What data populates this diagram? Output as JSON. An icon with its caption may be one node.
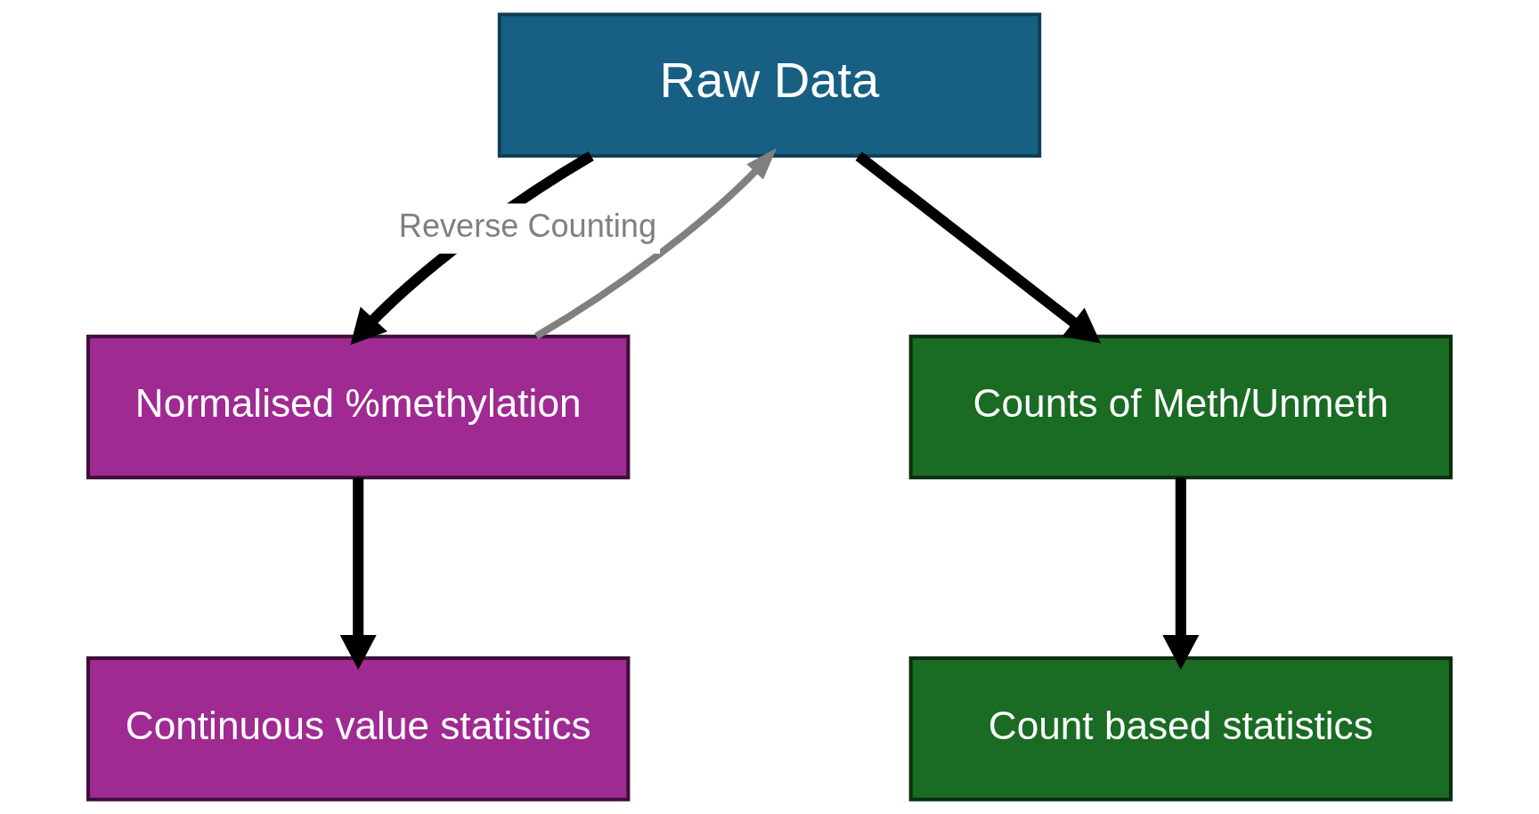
{
  "diagram": {
    "nodes": [
      {
        "text": [
          "Raw Data"
        ]
      },
      {
        "text": [
          "Normalised %methylation"
        ]
      },
      {
        "text": [
          "Counts of Meth/Unmeth"
        ]
      },
      {
        "text": [
          "Continuous value statistics"
        ]
      },
      {
        "text": [
          "Count based statistics"
        ]
      }
    ],
    "edges": [
      {
        "from": 0,
        "to": 1,
        "arrow": "to"
      },
      {
        "from": 0,
        "to": 2,
        "arrow": "to"
      },
      {
        "from": 1,
        "to": 0,
        "arrow": "to",
        "label": "Reverse Counting",
        "color": "#808080"
      },
      {
        "from": 1,
        "to": 3,
        "arrow": "to"
      },
      {
        "from": 2,
        "to": 4,
        "arrow": "to"
      }
    ]
  }
}
